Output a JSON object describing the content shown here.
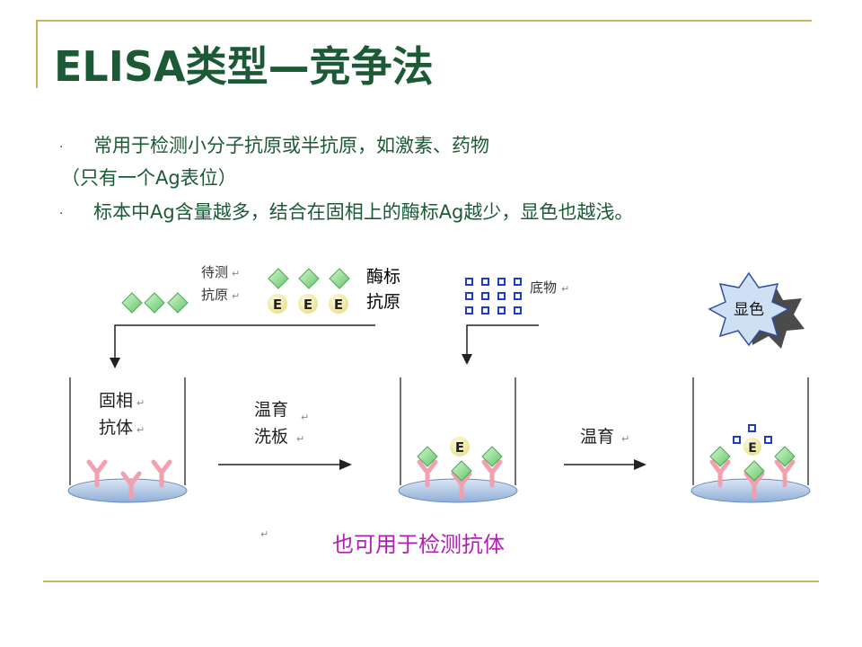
{
  "slide": {
    "title": "ELISA类型—竞争法",
    "bullets": [
      "常用于检测小分子抗原或半抗原，如激素、药物",
      "（只有一个Ag表位）",
      "标本中Ag含量越多，结合在固相上的酶标Ag越少，显色也越浅。"
    ],
    "bullet_marker": "·",
    "caption": "也可用于检测抗体"
  },
  "diagram": {
    "labels": {
      "sample_antigen": [
        "待测",
        "抗原"
      ],
      "enzyme_antigen": [
        "酶标",
        "抗原"
      ],
      "substrate": "底物",
      "solid_antibody": [
        "固相",
        "抗体"
      ],
      "step1": [
        "温育",
        "洗板"
      ],
      "step2": "温育",
      "color": "显色",
      "enzyme_letter": "E",
      "return_mark": "↵"
    },
    "colors": {
      "title_green": "#1c5a36",
      "caption_magenta": "#b21fb5",
      "antigen_green": "#7fd47f",
      "enzyme_yellow": "#f3f0b0",
      "substrate_blue": "#1d3fbf",
      "antibody_pink": "#f2a0b0",
      "plate_blue": "#b7cbe6",
      "frame_gold": "#c8b45a"
    }
  }
}
